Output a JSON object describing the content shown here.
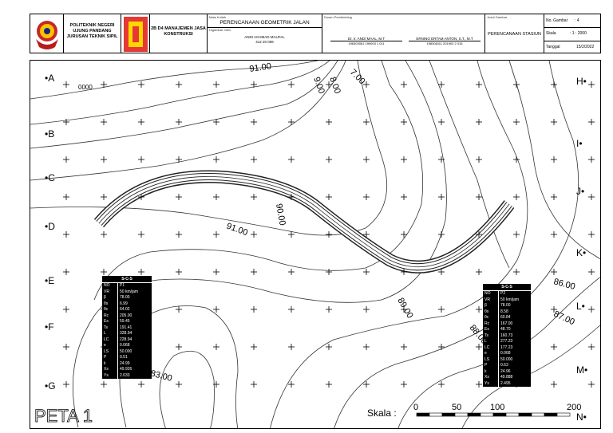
{
  "title_block": {
    "institution_lines": [
      "POLITEKNIK NEGERI",
      "UJUNG PANDANG",
      "JURUSAN TEKNIK SIPIL"
    ],
    "program_lines": [
      "2B D4 MANAJEMEN JASA",
      "KONSTRUKSI"
    ],
    "subject_caption": "Mata Kuliah",
    "subject": "PERENCANAAN GEOMETRIK JALAN",
    "author_caption": "Digambar Oleh",
    "author_name": "ANDI ACHMAD MAUFAL",
    "author_id": "412 20 006",
    "supervisor_caption": "Dosen Pembimbing",
    "supervisor_1": "Dr. Ir. ANDI MAAL, M.T",
    "supervisor_1_id": "196303061 199003 1 011",
    "supervisor_2": "ERNING ERTAM ANTON, S.T., M.T",
    "supervisor_2_id": "198308111 201903 2 015",
    "drawing_caption": "Judul Gambar",
    "drawing_title": "PERENCANAAN STASIUN",
    "sheet_label": "No. Gambar",
    "sheet_value": ": 4",
    "scale_label": "Skala",
    "scale_value": ": 1 : 2000",
    "date_label": "Tanggal",
    "date_value": "15/2/2022"
  },
  "map": {
    "left_labels": [
      "A",
      "B",
      "C",
      "D",
      "E",
      "F",
      "G"
    ],
    "right_labels": [
      "H",
      "I",
      "J",
      "K",
      "L",
      "M",
      "N"
    ],
    "grid_marker": "0000",
    "contour_labels": [
      "91.00",
      "9.00",
      "8.00",
      "7.00",
      "90.00",
      "91.00",
      "89.00",
      "88.00",
      "86.00",
      "87.00",
      "83.00"
    ],
    "sheet_title": "PETA 1",
    "scale_caption": "Skala :",
    "scale_ticks": [
      "0",
      "50",
      "100",
      "200"
    ],
    "road_color": "#222222",
    "contour_color": "#333333"
  },
  "curve_tables": [
    {
      "title": "S-C-S",
      "rows": [
        [
          "NO",
          "P1"
        ],
        [
          "VR",
          "50 km/jam"
        ],
        [
          "β",
          "78.00"
        ],
        [
          "θs",
          "6.99"
        ],
        [
          "θc",
          "64.02"
        ],
        [
          "Rc",
          "205.00"
        ],
        [
          "Es",
          "59.45"
        ],
        [
          "Ts",
          "191.41"
        ],
        [
          "L",
          "328.94"
        ],
        [
          "LC",
          "228.94"
        ],
        [
          "e",
          "0.068"
        ],
        [
          "LS",
          "50.000"
        ],
        [
          "P",
          "0.51"
        ],
        [
          "k",
          "24.99"
        ],
        [
          "Xs",
          "49.926"
        ],
        [
          "Ys",
          "2.033"
        ]
      ]
    },
    {
      "title": "S-C-S",
      "rows": [
        [
          "NO",
          "P2"
        ],
        [
          "VR",
          "50 km/jam"
        ],
        [
          "β",
          "78.00"
        ],
        [
          "θs",
          "8.58"
        ],
        [
          "θc",
          "60.84"
        ],
        [
          "Rc",
          "167.00"
        ],
        [
          "Es",
          "48.70"
        ],
        [
          "Ts",
          "160.73"
        ],
        [
          "L",
          "277.23"
        ],
        [
          "LC",
          "177.23"
        ],
        [
          "e",
          "0.068"
        ],
        [
          "LS",
          "50.000"
        ],
        [
          "P",
          "0.63"
        ],
        [
          "k",
          "24.96"
        ],
        [
          "Xs",
          "49.888"
        ],
        [
          "Ys",
          "2.495"
        ]
      ]
    }
  ]
}
